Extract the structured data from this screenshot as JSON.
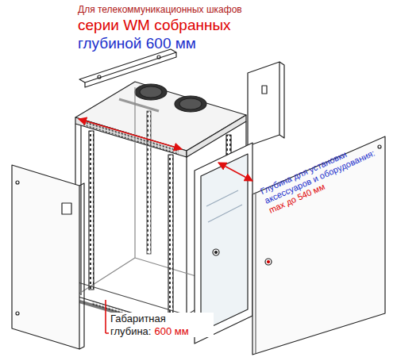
{
  "diagram": {
    "labels": [
      "Для телекоммуникационных шкафов",
      "серии WM собранных",
      "глубиной 600 мм",
      "Глубина для установки аксессуаров и оборудования:",
      "max до 540 мм",
      "Габаритная глубина:",
      "600 мм"
    ]
  }
}
